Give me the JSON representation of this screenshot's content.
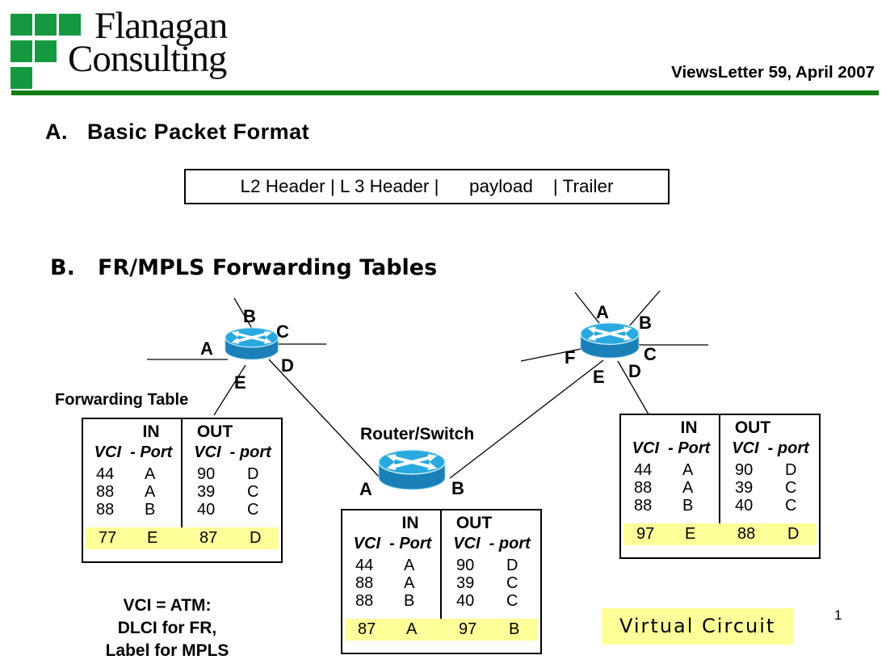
{
  "header": {
    "logo_line1": "Flanagan",
    "logo_line2": "Consulting",
    "newsletter": "ViewsLetter 59, April 2007",
    "brand_green": "#15993E",
    "rule_green": "#0E7E12"
  },
  "section_a": {
    "heading": "A.   Basic Packet Format",
    "packet_box_text": "L2 Header | L 3 Header |      payload    | Trailer"
  },
  "section_b": {
    "heading": "B.   FR/MPLS Forwarding Tables",
    "forwarding_table_label": "Forwarding Table",
    "router_switch_label": "Router/Switch",
    "left_router_ports": [
      "A",
      "B",
      "C",
      "D",
      "E"
    ],
    "right_router_ports": [
      "A",
      "B",
      "C",
      "D",
      "E",
      "F"
    ],
    "center_router_ports": [
      "A",
      "B"
    ],
    "router_colors": {
      "top": "#29A9E0",
      "body": "#1B80B8",
      "arrows": "#FFFFFF"
    }
  },
  "tables": [
    {
      "name": "left-router-forwarding-table",
      "in_header": "IN",
      "out_header": "OUT",
      "in_subheader": "VCI  - Port",
      "out_subheader": "VCI  - port",
      "rows": [
        {
          "in_vci": "44",
          "in_port": "A",
          "out_vci": "90",
          "out_port": "D"
        },
        {
          "in_vci": "88",
          "in_port": "A",
          "out_vci": "39",
          "out_port": "C"
        },
        {
          "in_vci": "88",
          "in_port": "B",
          "out_vci": "40",
          "out_port": "C"
        }
      ],
      "highlight_row": {
        "in_vci": "77",
        "in_port": "E",
        "out_vci": "87",
        "out_port": "D"
      }
    },
    {
      "name": "center-router-forwarding-table",
      "in_header": "IN",
      "out_header": "OUT",
      "in_subheader": "VCI  - Port",
      "out_subheader": "VCI  - port",
      "rows": [
        {
          "in_vci": "44",
          "in_port": "A",
          "out_vci": "90",
          "out_port": "D"
        },
        {
          "in_vci": "88",
          "in_port": "A",
          "out_vci": "39",
          "out_port": "C"
        },
        {
          "in_vci": "88",
          "in_port": "B",
          "out_vci": "40",
          "out_port": "C"
        }
      ],
      "highlight_row": {
        "in_vci": "87",
        "in_port": "A",
        "out_vci": "97",
        "out_port": "B"
      }
    },
    {
      "name": "right-router-forwarding-table",
      "in_header": "IN",
      "out_header": "OUT",
      "in_subheader": "VCI  - Port",
      "out_subheader": "VCI  - port",
      "rows": [
        {
          "in_vci": "44",
          "in_port": "A",
          "out_vci": "90",
          "out_port": "D"
        },
        {
          "in_vci": "88",
          "in_port": "A",
          "out_vci": "39",
          "out_port": "C"
        },
        {
          "in_vci": "88",
          "in_port": "B",
          "out_vci": "40",
          "out_port": "C"
        }
      ],
      "highlight_row": {
        "in_vci": "97",
        "in_port": "E",
        "out_vci": "88",
        "out_port": "D"
      }
    }
  ],
  "footer": {
    "vci_note_line1": "VCI = ATM:",
    "vci_note_line2": "DLCI for FR,",
    "vci_note_line3": "Label for MPLS",
    "virtual_circuit_label": "Virtual Circuit",
    "page_number": "1",
    "highlight_yellow": "#FFFF99"
  }
}
